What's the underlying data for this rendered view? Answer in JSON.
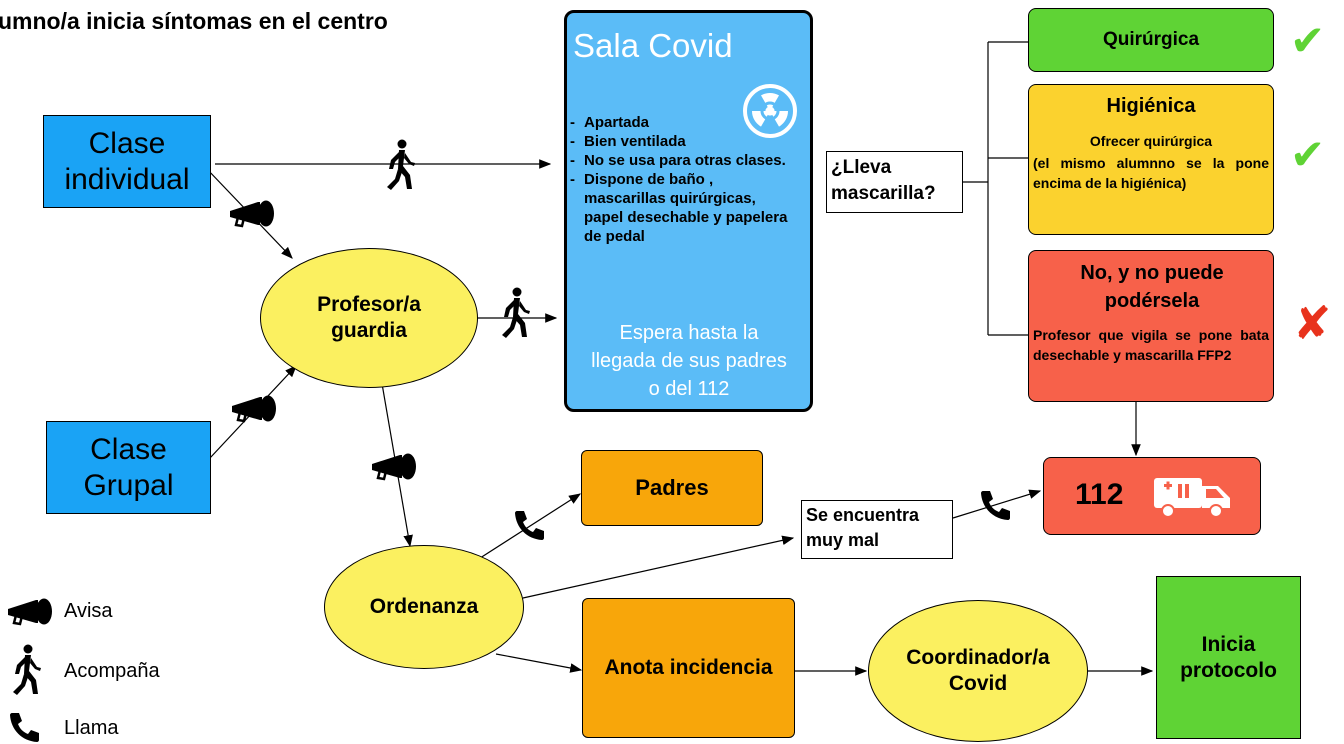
{
  "title": "umno/a inicia síntomas en el centro",
  "clase_individual": {
    "line1": "Clase",
    "line2": "individual"
  },
  "clase_grupal": {
    "line1": "Clase",
    "line2": "Grupal"
  },
  "profesor_guardia": {
    "line1": "Profesor/a",
    "line2": "guardia"
  },
  "ordenanza": "Ordenanza",
  "sala_covid": {
    "title": "Sala Covid",
    "items": [
      "Apartada",
      "Bien ventilada",
      "No se usa para otras clases.",
      "Dispone de baño , mascarillas quirúrgicas, papel desechable y papelera de pedal"
    ],
    "wait_text": "Espera hasta la llegada de sus padres o del 112"
  },
  "lleva_mascarilla": "¿Lleva mascarilla?",
  "quirurgica": "Quirúrgica",
  "higienica": {
    "title": "Higiénica",
    "line1": "Ofrecer quirúrgica",
    "line2": "(el mismo alumnno se la pone encima de la higiénica)"
  },
  "no_puede": {
    "title": "No, y no puede podérsela",
    "body": "Profesor que vigila se pone bata desechable y mascarilla FFP2"
  },
  "padres": "Padres",
  "se_encuentra": "Se encuentra muy mal",
  "emergencia": "112",
  "anota_incidencia": "Anota incidencia",
  "coordinador": {
    "line1": "Coordinador/a",
    "line2": "Covid"
  },
  "inicia_protocolo": {
    "line1": "Inicia",
    "line2": "protocolo"
  },
  "legend": {
    "avisa": "Avisa",
    "acompana": "Acompaña",
    "llama": "Llama"
  },
  "colors": {
    "blue": "#1aa3f5",
    "sala": "#5bbcf7",
    "yellow": "#fbf060",
    "green": "#5fd335",
    "gold": "#fbd22e",
    "red": "#f7614a",
    "orange": "#f8a60a"
  }
}
